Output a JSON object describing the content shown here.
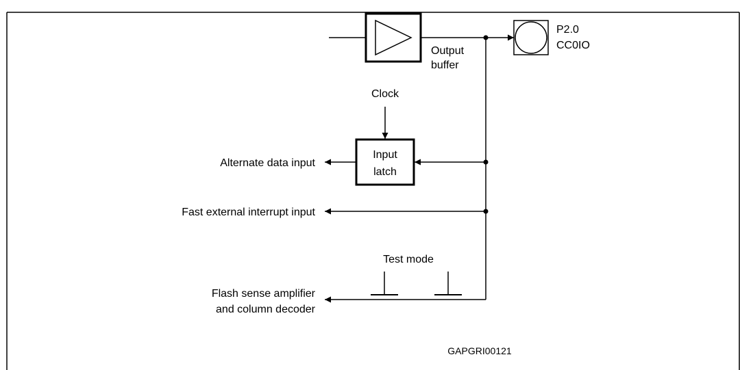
{
  "diagram": {
    "pin": {
      "name": "P2.0",
      "function": "CC0IO"
    },
    "output_buffer_label": [
      "Output",
      "buffer"
    ],
    "clock_label": "Clock",
    "input_latch_label": [
      "Input",
      "latch"
    ],
    "alternate_data_input_label": "Alternate data input",
    "fast_interrupt_label": "Fast external interrupt input",
    "test_mode_label": "Test mode",
    "flash_sense_label": [
      "Flash sense amplifier",
      "and column decoder"
    ],
    "figure_code": "GAPGRI00121",
    "colors": {
      "line": "#000000",
      "background": "#ffffff"
    }
  }
}
